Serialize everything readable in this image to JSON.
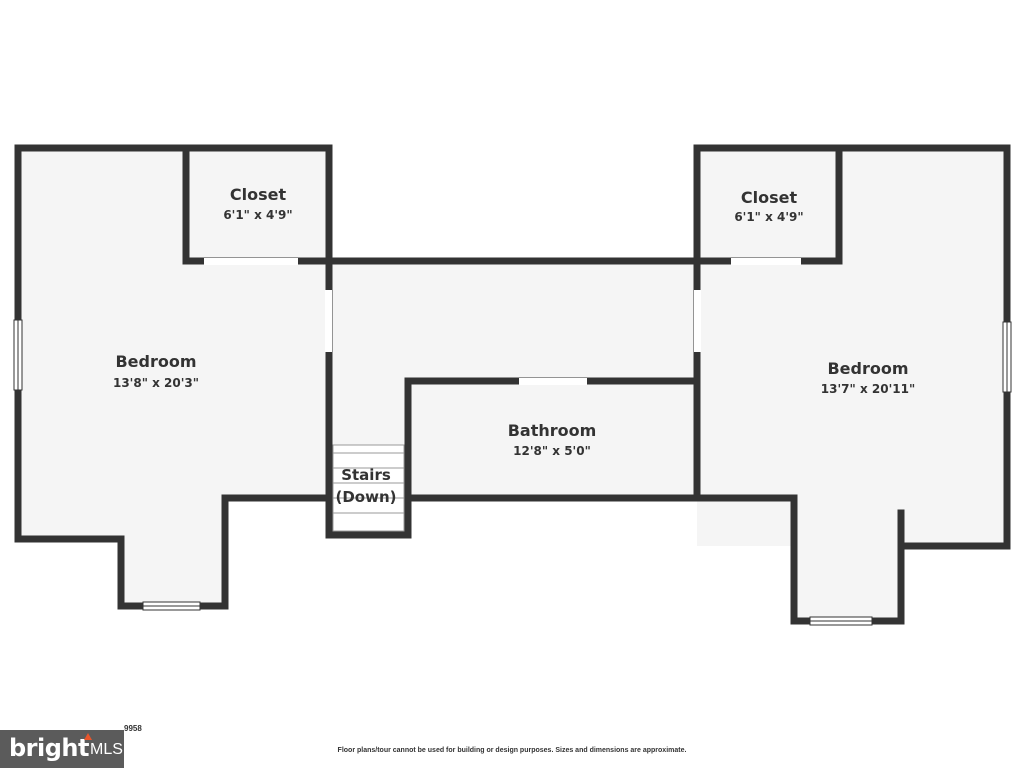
{
  "rooms": {
    "bedroom_left": {
      "name": "Bedroom",
      "dims": "13'8\" x 20'3\""
    },
    "closet_left": {
      "name": "Closet",
      "dims": "6'1\" x 4'9\""
    },
    "closet_right": {
      "name": "Closet",
      "dims": "6'1\" x 4'9\""
    },
    "bedroom_right": {
      "name": "Bedroom",
      "dims": "13'7\" x 20'11\""
    },
    "bathroom": {
      "name": "Bathroom",
      "dims": "12'8\" x 5'0\""
    },
    "stairs": {
      "line1": "Stairs",
      "line2": "(Down)"
    }
  },
  "footer": {
    "disclaimer": "Floor plans/tour cannot be used for building or design purposes. Sizes and dimensions are approximate.",
    "listing_id_partial": "9958",
    "logo_word": "bright",
    "logo_suffix": "MLS"
  },
  "colors": {
    "wall": "#333333",
    "floor": "#f5f5f5",
    "opening": "#ffffff",
    "logo_bg": "#5b5b5b",
    "logo_accent": "#e8552b"
  }
}
